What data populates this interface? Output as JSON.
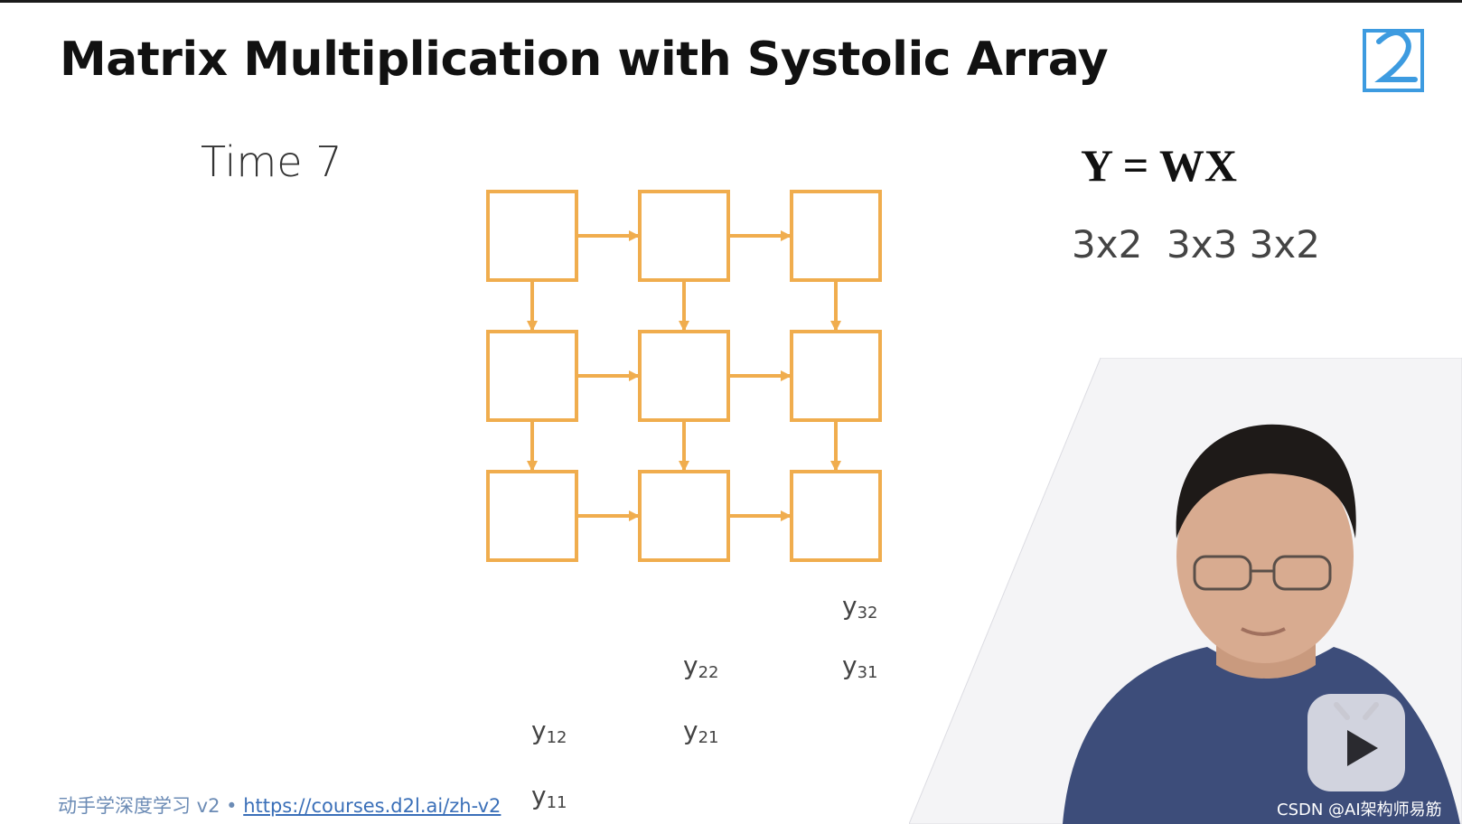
{
  "slide": {
    "title": "Matrix Multiplication with Systolic Array",
    "time_label": "Time 7",
    "equation": "Y = WX",
    "dims": "3x2  3x3 3x2",
    "grid": {
      "rows": 3,
      "cols": 3,
      "color": "#f0ad4e"
    },
    "outputs": [
      {
        "base": "y",
        "sub": "32"
      },
      {
        "base": "y",
        "sub": "22"
      },
      {
        "base": "y",
        "sub": "31"
      },
      {
        "base": "y",
        "sub": "12"
      },
      {
        "base": "y",
        "sub": "21"
      },
      {
        "base": "y",
        "sub": "11"
      }
    ],
    "footer_cn": "动手学深度学习 v2 • ",
    "footer_link": "https://courses.d2l.ai/zh-v2"
  },
  "overlay": {
    "csdn_watermark": "CSDN @AI架构师易筋"
  }
}
